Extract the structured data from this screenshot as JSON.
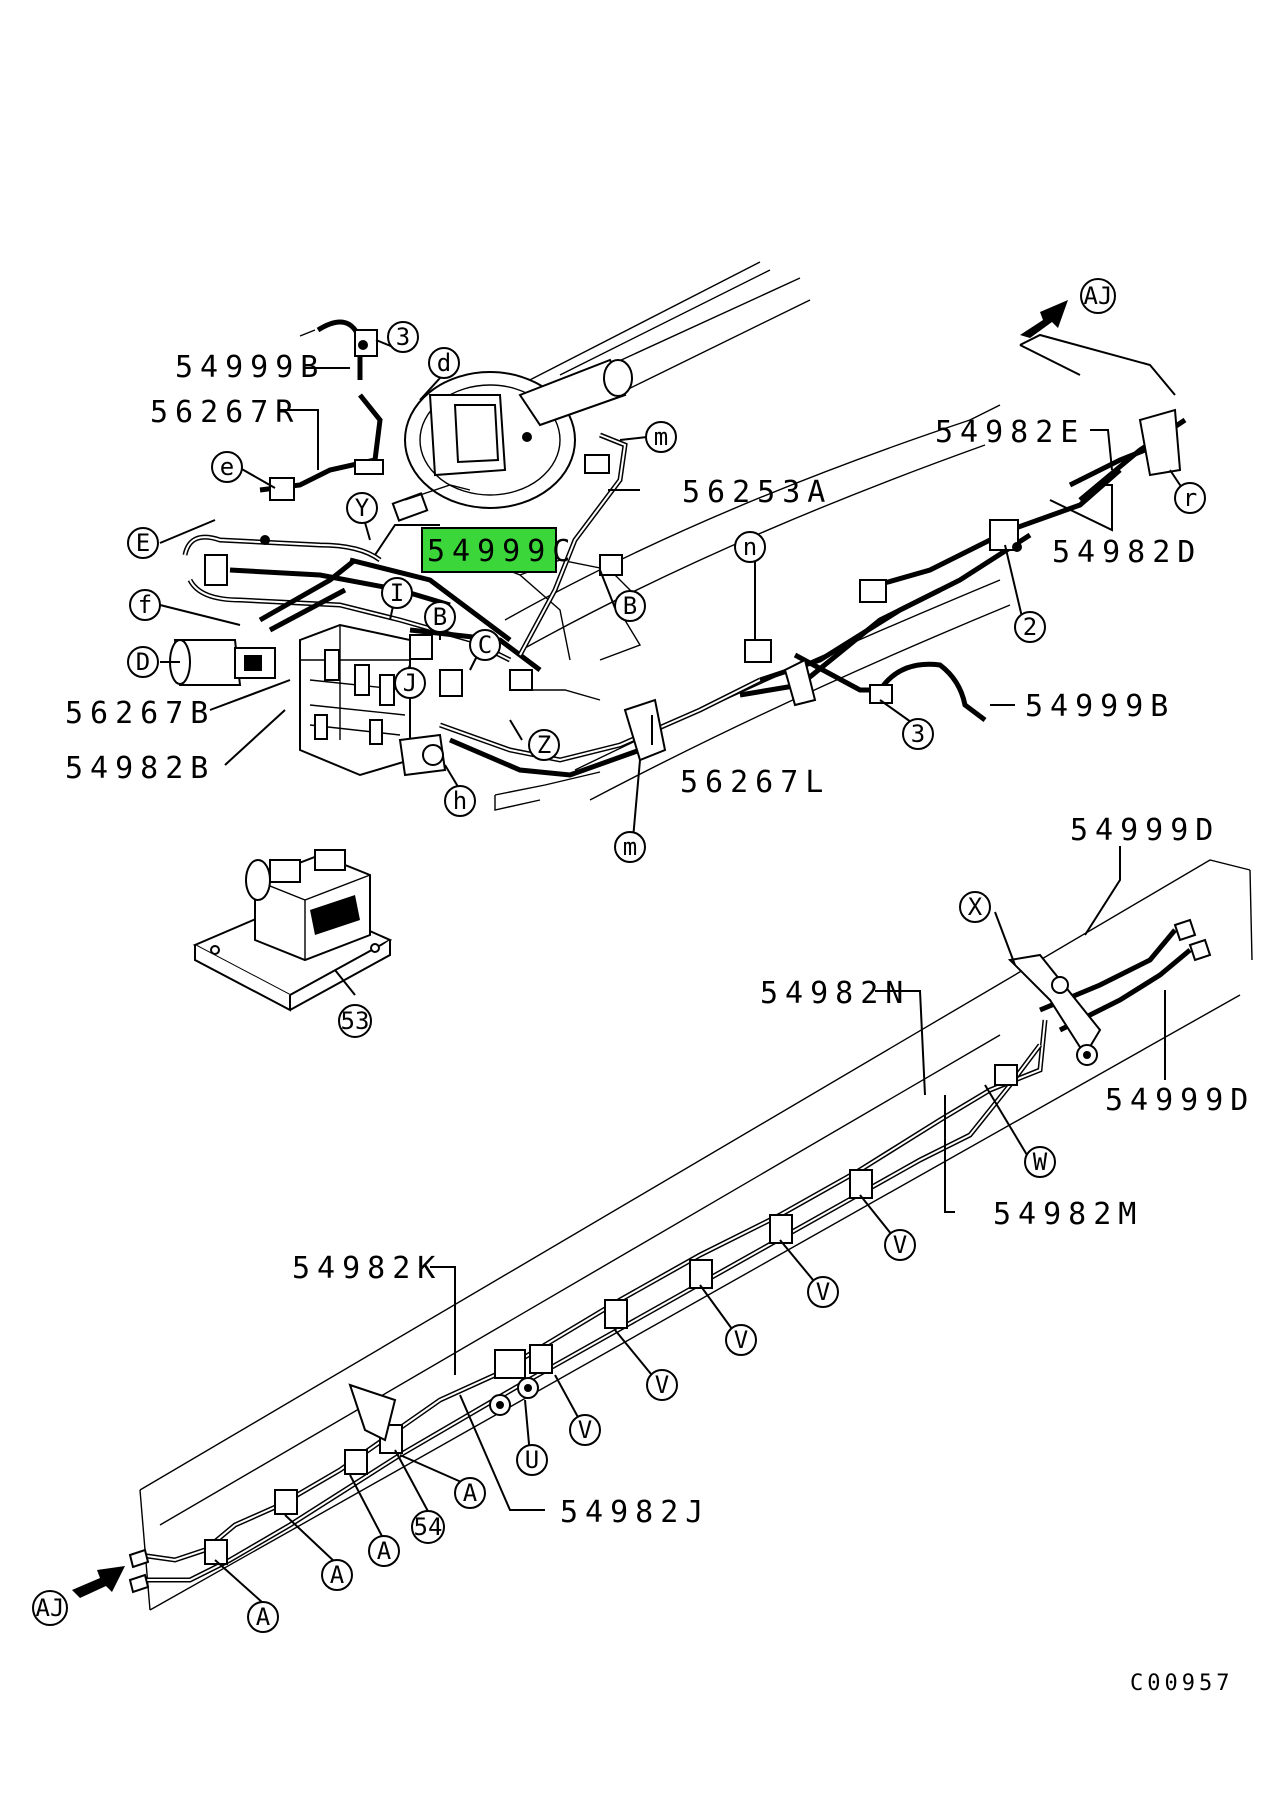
{
  "diagram": {
    "drawing_code": "C00957",
    "highlighted_part": "54999C",
    "highlight_color": "#3ad63a",
    "part_labels": {
      "p54999B_top": "54999B",
      "p56267R": "56267R",
      "p54999C": "54999C",
      "p56253A": "56253A",
      "p54982E": "54982E",
      "p54982D": "54982D",
      "p56267B": "56267B",
      "p54982B": "54982B",
      "p56267L": "56267L",
      "p54999B_right": "54999B",
      "p54999D_top": "54999D",
      "p54982N": "54982N",
      "p54999D_right": "54999D",
      "p54982M": "54982M",
      "p54982K": "54982K",
      "p54982J": "54982J"
    },
    "callouts": {
      "c3_top": "3",
      "c_d": "d",
      "c_m_top": "m",
      "c_e": "e",
      "c_Y": "Y",
      "c_E": "E",
      "c_I": "I",
      "c_B_mid": "B",
      "c_B_right": "B",
      "c_f": "f",
      "c_C": "C",
      "c_D": "D",
      "c_J": "J",
      "c_Z": "Z",
      "c_h": "h",
      "c_m_bottom": "m",
      "c_n": "n",
      "c_2": "2",
      "c3_right": "3",
      "c_r": "r",
      "c_AJ_top": "AJ",
      "c_53": "53",
      "c_X": "X",
      "c_W": "W",
      "c_V1": "V",
      "c_V2": "V",
      "c_V3": "V",
      "c_V4": "V",
      "c_V5": "V",
      "c_U": "U",
      "c_54": "54",
      "c_A1": "A",
      "c_A2": "A",
      "c_A3": "A",
      "c_A4": "A",
      "c_AJ_bottom": "AJ"
    }
  }
}
